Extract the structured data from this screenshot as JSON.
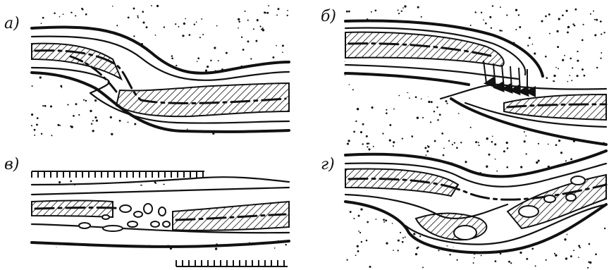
{
  "figure": {
    "panels": [
      {
        "id": "a",
        "label": "а)"
      },
      {
        "id": "b",
        "label": "б)"
      },
      {
        "id": "v",
        "label": "в)"
      },
      {
        "id": "g",
        "label": "г)"
      }
    ],
    "colors": {
      "ink": "#111111",
      "paper": "#ffffff"
    }
  }
}
